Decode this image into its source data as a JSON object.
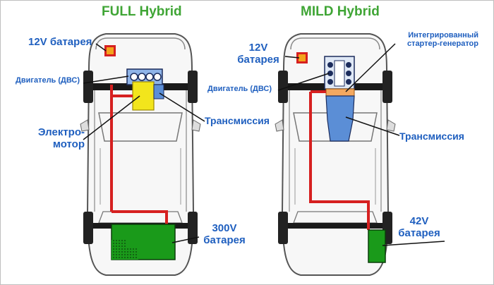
{
  "full": {
    "title": "FULL Hybrid",
    "battery12": "12V батарея",
    "engine": "Двигатель (ДВС)",
    "transmission": "Трансмиссия",
    "motor_line1": "Электро-",
    "motor_line2": "мотор",
    "battery300_line1": "300V",
    "battery300_line2": "батарея"
  },
  "mild": {
    "title": "MILD Hybrid",
    "battery12_line1": "12V",
    "battery12_line2": "батарея",
    "isg_line1": "Интегрированный",
    "isg_line2": "стартер-генератор",
    "engine": "Двигатель (ДВС)",
    "transmission": "Трансмиссия",
    "battery42_line1": "42V",
    "battery42_line2": "батарея"
  },
  "colors": {
    "title": "#3fa535",
    "label": "#1f5fbf",
    "cable": "#d62020",
    "battery": "#1a9a1a",
    "motor": "#f2e51c",
    "gearbox": "#5b8ed6",
    "isg": "#f3a860"
  }
}
